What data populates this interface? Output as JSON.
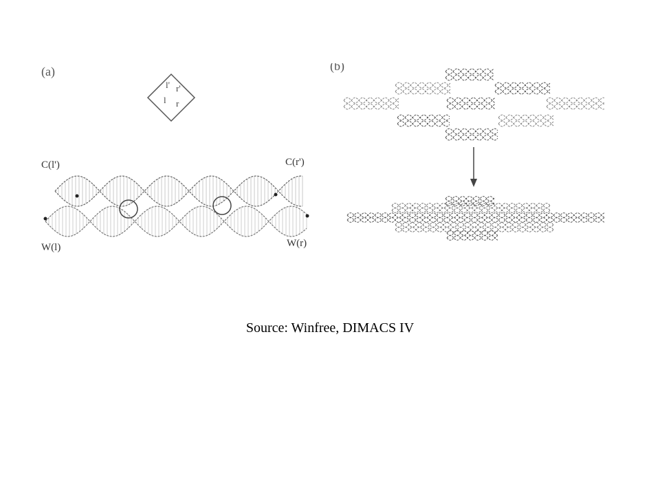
{
  "figure": {
    "panel_a": {
      "label": "(a)",
      "tile_letters": {
        "top_left": "l'",
        "top_right": "r'",
        "bottom_left": "l",
        "bottom_right": "r"
      },
      "strand_labels": {
        "top_left": "C(l')",
        "top_right": "C(r')",
        "bottom_left": "W(l)",
        "bottom_right": "W(r)"
      }
    },
    "panel_b": {
      "label": "(b)"
    }
  },
  "caption": "Source:  Winfree, DIMACS IV",
  "colors": {
    "ink": "#555555",
    "light_ink": "#999999",
    "background": "#ffffff"
  }
}
